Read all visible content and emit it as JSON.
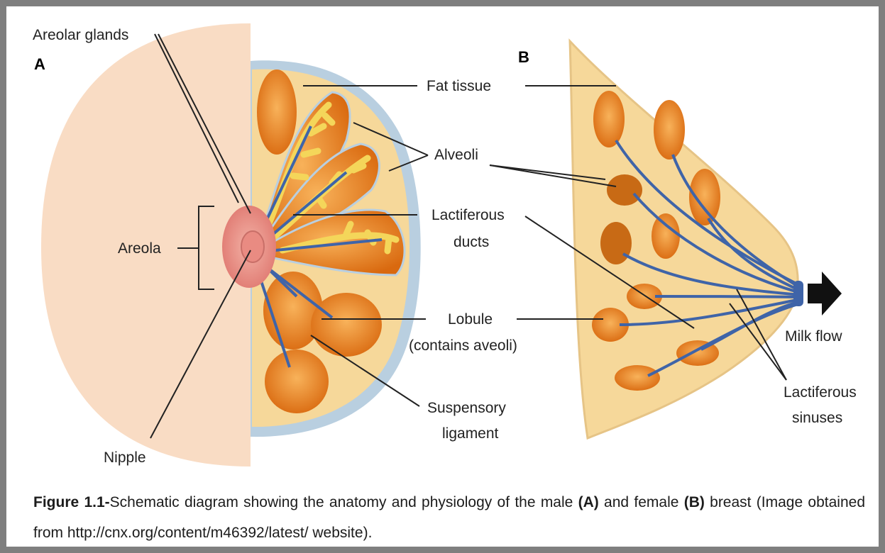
{
  "panels": {
    "a": "A",
    "b": "B"
  },
  "labels": {
    "areolar_glands": "Areolar glands",
    "areola": "Areola",
    "nipple": "Nipple",
    "fat_tissue": "Fat tissue",
    "alveoli": "Alveoli",
    "lactiferous_ducts_1": "Lactiferous",
    "lactiferous_ducts_2": "ducts",
    "lobule_1": "Lobule",
    "lobule_2": "(contains aveoli)",
    "suspensory_1": "Suspensory",
    "suspensory_2": "ligament",
    "milk_flow": "Milk flow",
    "sinuses_1": "Lactiferous",
    "sinuses_2": "sinuses"
  },
  "caption": {
    "figure_label": "Figure 1.1-",
    "text_1": "Schematic diagram showing the anatomy and physiology of the male ",
    "male_marker": "(A)",
    "text_2": " and female ",
    "female_marker": "(B)",
    "text_3": " breast (Image obtained from http://cnx.org/content/m46392/latest/ website)."
  },
  "colors": {
    "skin": "#f9dcc4",
    "fat": "#f6d89a",
    "lobule": "#e8801e",
    "gland": "#f4d65a",
    "duct": "#3f64a8",
    "areola": "#ec8f87",
    "membrane": "#b9cfe0"
  }
}
